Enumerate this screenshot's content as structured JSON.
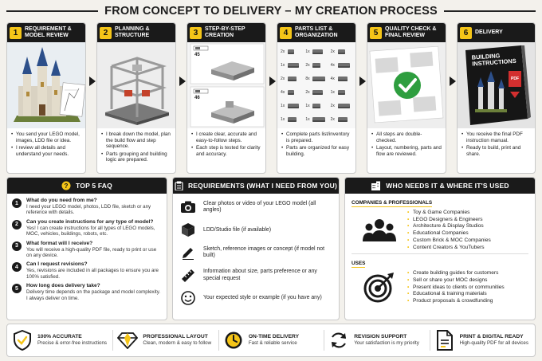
{
  "title": "FROM CONCEPT TO DELIVERY – MY CREATION PROCESS",
  "colors": {
    "accent": "#f5c518",
    "dark": "#1a1a1a",
    "check": "#2e9e3f",
    "pdf": "#d32f2f"
  },
  "steps": [
    {
      "num": "1",
      "title": "REQUIREMENT & MODEL REVIEW",
      "bullets": [
        "You send your LEGO model, images, LDD file or idea.",
        "I review all details and understand your needs."
      ]
    },
    {
      "num": "2",
      "title": "PLANNING & STRUCTURE",
      "bullets": [
        "I break down the model, plan the build flow and step sequence.",
        "Parts grouping and building logic are prepared."
      ]
    },
    {
      "num": "3",
      "title": "STEP-BY-STEP CREATION",
      "labels": [
        "45",
        "46"
      ],
      "bullets": [
        "I create clear, accurate and easy-to-follow steps.",
        "Each step is tested for clarity and accuracy."
      ]
    },
    {
      "num": "4",
      "title": "PARTS LIST & ORGANIZATION",
      "parts": [
        "2x",
        "1x",
        "2x",
        "1x",
        "2x",
        "4x",
        "2x",
        "8x",
        "4x",
        "4x",
        "2x",
        "1x",
        "1x",
        "1x",
        "2x",
        "1x",
        "1x",
        "2x"
      ],
      "bullets": [
        "Complete parts list/inventory is prepared.",
        "Parts are organized for easy building."
      ]
    },
    {
      "num": "5",
      "title": "QUALITY CHECK & FINAL REVIEW",
      "bullets": [
        "All steps are double-checked.",
        "Layout, numbering, parts and flow are reviewed."
      ]
    },
    {
      "num": "6",
      "title": "DELIVERY",
      "book_title": "BUILDING INSTRUCTIONS",
      "pdf_label": "PDF",
      "bullets": [
        "You receive the final PDF instruction manual.",
        "Ready to build, print and share."
      ]
    }
  ],
  "faq": {
    "title": "TOP 5 FAQ",
    "items": [
      {
        "num": "1",
        "q": "What do you need from me?",
        "a": "I need your LEGO model, photos, LDD file, sketch or any reference with details."
      },
      {
        "num": "2",
        "q": "Can you create instructions for any type of model?",
        "a": "Yes! I can create instructions for all types of LEGO models, MOC, vehicles, buildings, robots, etc."
      },
      {
        "num": "3",
        "q": "What format will I receive?",
        "a": "You will receive a high-quality PDF file, ready to print or use on any device."
      },
      {
        "num": "4",
        "q": "Can I request revisions?",
        "a": "Yes, revisions are included in all packages to ensure you are 100% satisfied."
      },
      {
        "num": "5",
        "q": "How long does delivery take?",
        "a": "Delivery time depends on the package and model complexity. I always deliver on time."
      }
    ]
  },
  "requirements": {
    "title": "REQUIREMENTS (WHAT I NEED FROM YOU)",
    "items": [
      {
        "icon": "camera-icon",
        "text": "Clear photos or video of your LEGO model (all angles)"
      },
      {
        "icon": "cube-icon",
        "text": "LDD/Studio file (if available)"
      },
      {
        "icon": "pencil-icon",
        "text": "Sketch, reference images or concept (if model not built)"
      },
      {
        "icon": "ruler-icon",
        "text": "Information about size, parts preference or any special request"
      },
      {
        "icon": "smile-icon",
        "text": "Your expected style or example (if you have any)"
      }
    ]
  },
  "who": {
    "title": "WHO NEEDS IT & WHERE IT'S USED",
    "companies_label": "COMPANIES & PROFESSIONALS",
    "companies": [
      "Toy & Game Companies",
      "LEGO Designers & Engineers",
      "Architecture & Display Studios",
      "Educational Companies",
      "Custom Brick & MOC Companies",
      "Content Creators & YouTubers"
    ],
    "uses_label": "USES",
    "uses": [
      "Create building guides for customers",
      "Sell or share your MOC designs",
      "Present ideas to clients or communities",
      "Educational & training materials",
      "Product proposals & crowdfunding"
    ]
  },
  "footer": [
    {
      "icon": "shield-check-icon",
      "title": "100% ACCURATE",
      "sub": "Precise & error-free instructions"
    },
    {
      "icon": "diamond-icon",
      "title": "PROFESSIONAL LAYOUT",
      "sub": "Clean, modern & easy to follow"
    },
    {
      "icon": "clock-icon",
      "title": "ON-TIME DELIVERY",
      "sub": "Fast & reliable service"
    },
    {
      "icon": "refresh-icon",
      "title": "REVISION SUPPORT",
      "sub": "Your satisfaction is my priority"
    },
    {
      "icon": "document-icon",
      "title": "PRINT & DIGITAL READY",
      "sub": "High-quality PDF for all devices"
    }
  ]
}
